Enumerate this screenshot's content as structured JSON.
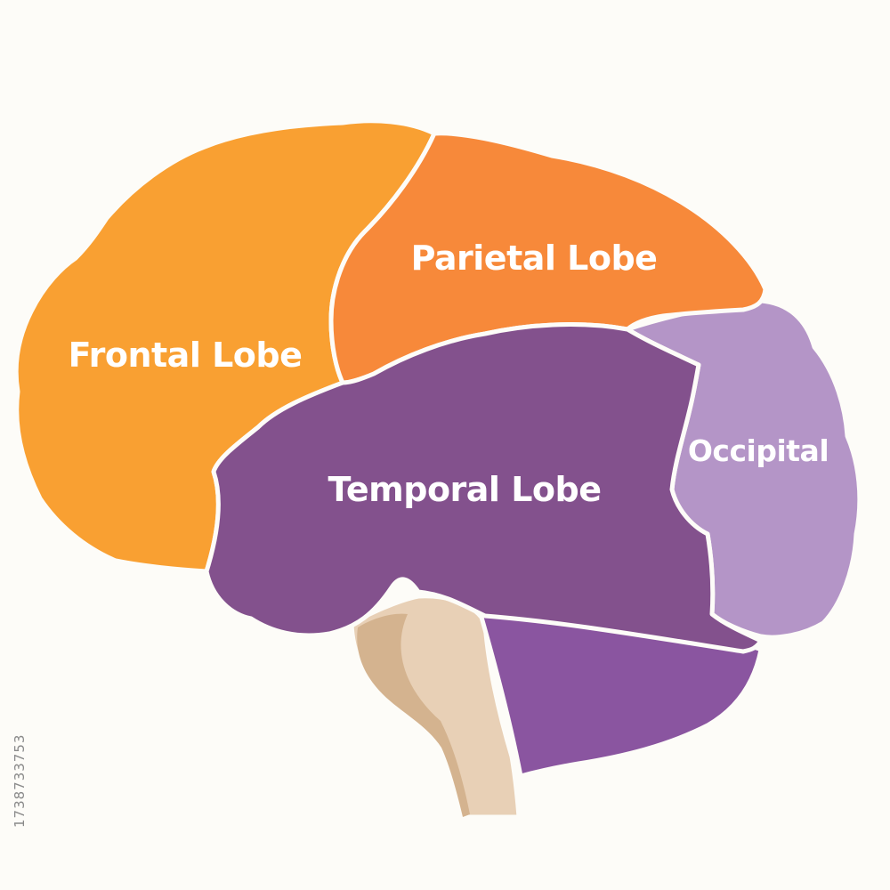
{
  "labels": {
    "frontal": "Frontal Lobe",
    "parietal": "Parietal Lobe",
    "temporal": "Temporal Lobe",
    "occipital": "Occipital"
  },
  "stock_id": "1738733753",
  "colors": {
    "frontal": "#f9a032",
    "parietal": "#f7893a",
    "temporal": "#83518d",
    "occipital": "#b495c7",
    "cerebellum": "#8a55a0",
    "brainstem": "#e8d0b6",
    "brainstem_shade": "#d4b38f",
    "background": "#fdfcf8"
  }
}
